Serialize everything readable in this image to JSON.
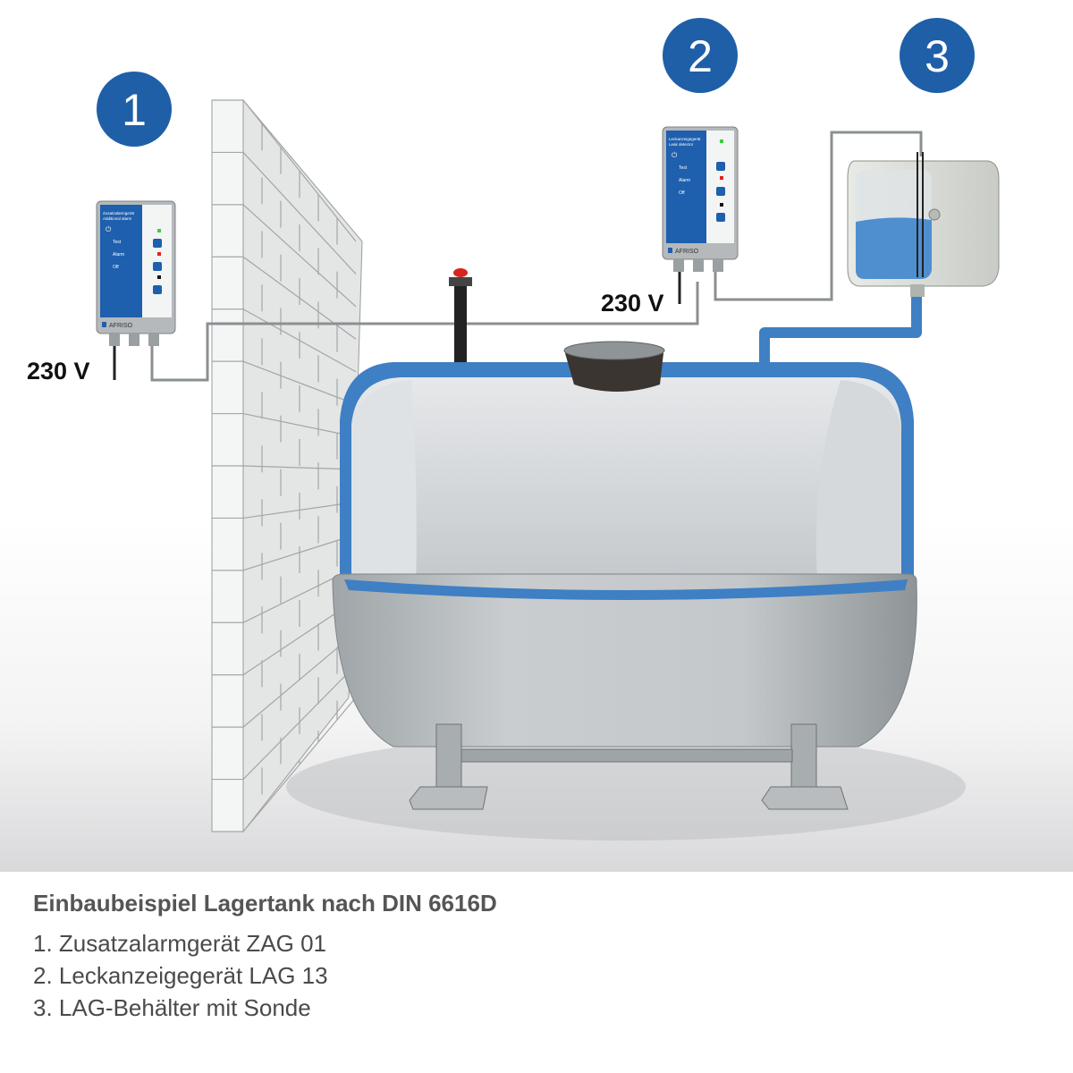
{
  "badges": [
    "1",
    "2",
    "3"
  ],
  "voltage_labels": [
    "230 V",
    "230 V"
  ],
  "device1": {
    "title": "Zusatzalarmgerät",
    "subtitle": "Additional alarm",
    "rows": [
      "Test",
      "Alarm",
      "Off"
    ],
    "brand": "AFRISO"
  },
  "device2": {
    "title": "Leckanzeigegerät",
    "subtitle": "Leak detector",
    "rows": [
      "Test",
      "Alarm",
      "Off"
    ],
    "brand": "AFRISO"
  },
  "colors": {
    "badge": "#1f5fa8",
    "tank_shell": "#3f7fc4",
    "device_panel": "#1e5fae",
    "led_green": "#3ecc3e",
    "led_red": "#e0231c"
  },
  "caption": {
    "title": "Einbaubeispiel Lagertank nach DIN 6616D",
    "items": [
      "1. Zusatzalarmgerät ZAG 01",
      "2. Leckanzeigegerät LAG 13",
      "3. LAG-Behälter mit Sonde"
    ]
  }
}
